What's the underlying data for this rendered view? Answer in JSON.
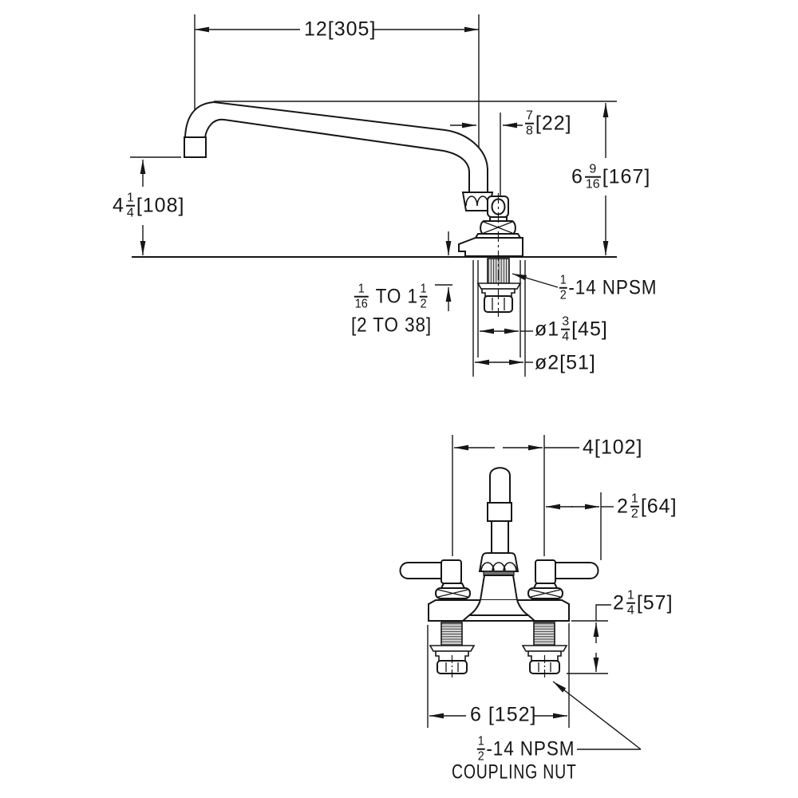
{
  "colors": {
    "background": "#ffffff",
    "line": "#161616",
    "thread_fill": "#dcdcdc",
    "gasket": "#707070"
  },
  "top_view": {
    "title": "side-elevation-of-faucet-with-swing-spout",
    "dims": {
      "spout_reach": {
        "text": "12[305]"
      },
      "spout_offset": {
        "num": "7",
        "den": "8",
        "after": "[22]"
      },
      "overall_height": {
        "before": "6",
        "num": "9",
        "den": "16",
        "after": "[167]"
      },
      "outlet_clearance": {
        "before": "4",
        "num": "1",
        "den": "4",
        "after": "[108]"
      },
      "deck_range": {
        "num1": "1",
        "den1": "16",
        "mid": "TO",
        "whole": "1",
        "num2": "1",
        "den2": "2",
        "line2": "[2 TO 38]"
      },
      "shank_thread": {
        "num": "1",
        "den": "2",
        "after": "-14 NPSM"
      },
      "flange_dia": {
        "before": "ø1",
        "num": "3",
        "den": "4",
        "after": "[45]"
      },
      "escutcheon_dia": {
        "text": "ø2[51]"
      }
    }
  },
  "front_view": {
    "title": "front-elevation-of-faucet",
    "dims": {
      "handle_centers": {
        "text": "4[102]"
      },
      "handle_reach": {
        "before": "2",
        "num": "1",
        "den": "2",
        "after": "[64]"
      },
      "shank_exposure": {
        "before": "2",
        "num": "1",
        "den": "4",
        "after": "[57]"
      },
      "base_width": {
        "text": "6 [152]"
      },
      "coupling_nut": {
        "num": "1",
        "den": "2",
        "after": "-14 NPSM",
        "line2": "COUPLING NUT"
      }
    }
  }
}
